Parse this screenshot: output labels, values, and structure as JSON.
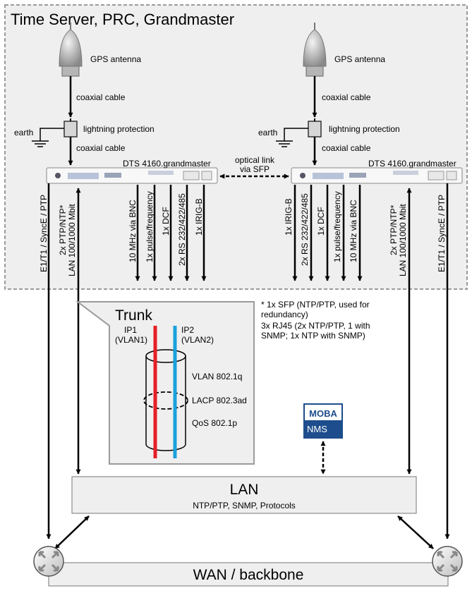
{
  "section": {
    "title": "Time Server, PRC, Grandmaster"
  },
  "left_unit": {
    "antenna_label": "GPS antenna",
    "cable_top": "coaxial cable",
    "earth": "earth",
    "lightning": "lightning protection",
    "cable_bottom": "coaxial cable",
    "device": "DTS 4160.grandmaster",
    "outputs": [
      "10 MHz via BNC",
      "1x pulse/frequency",
      "1x DCF",
      "2x RS 232/422/485",
      "1x IRIG-B"
    ],
    "port_e1": "E1/T1 / SyncE / PTP",
    "port_lan_line1": "2x PTP/NTP*",
    "port_lan_line2": "LAN 100/1000 Mbit"
  },
  "right_unit": {
    "antenna_label": "GPS antenna",
    "cable_top": "coaxial cable",
    "earth": "earth",
    "lightning": "lightning protection",
    "cable_bottom": "coaxial cable",
    "device": "DTS 4160.grandmaster",
    "outputs": [
      "1x IRIG-B",
      "2x RS 232/422/485",
      "1x DCF",
      "1x pulse/frequency",
      "10 MHz via BNC"
    ],
    "port_e1": "E1/T1 / SyncE / PTP",
    "port_lan_line1": "2x PTP/NTP*",
    "port_lan_line2": "LAN 100/1000 Mbit"
  },
  "optical_link": {
    "line1": "optical link",
    "line2": "via SFP"
  },
  "footnote": {
    "lines": [
      "* 1x SFP (NTP/PTP,  used for",
      "redundancy)",
      "3x RJ45 (2x NTP/PTP, 1 with",
      "SNMP; 1x NTP with SNMP)"
    ]
  },
  "trunk": {
    "title": "Trunk",
    "ip1": "IP1",
    "vlan1": "(VLAN1)",
    "ip2": "IP2",
    "vlan2": "(VLAN2)",
    "vlan_label": "VLAN 802.1q",
    "lacp_label": "LACP 802.3ad",
    "qos_label": "QoS 802.1p"
  },
  "nms": {
    "line1": "MOBA",
    "line2": "NMS"
  },
  "lan": {
    "title": "LAN",
    "subtitle": "NTP/PTP, SNMP, Protocols"
  },
  "wan": {
    "title": "WAN / backbone"
  },
  "colors": {
    "vlan1": "#e41e26",
    "vlan2": "#1aa0dc",
    "nms_bg": "#1d4d8c",
    "box_bg": "#efefef"
  }
}
